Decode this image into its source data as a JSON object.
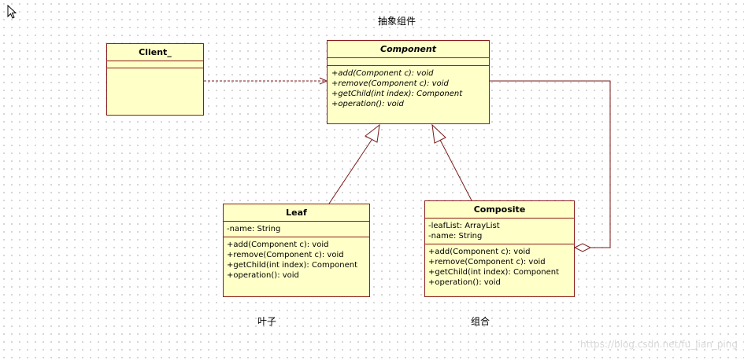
{
  "captions": {
    "component": "抽象组件",
    "leaf": "叶子",
    "composite": "组合"
  },
  "client": {
    "name": "Client_"
  },
  "component": {
    "name": "Component",
    "operations": [
      "+add(Component c): void",
      "+remove(Component c): void",
      "+getChild(int index): Component",
      "+operation(): void"
    ]
  },
  "leaf": {
    "name": "Leaf",
    "attributes": [
      "-name: String"
    ],
    "operations": [
      "+add(Component c): void",
      "+remove(Component c): void",
      "+getChild(int index): Component",
      "+operation(): void"
    ]
  },
  "composite": {
    "name": "Composite",
    "attributes": [
      "-leafList: ArrayList",
      "-name: String"
    ],
    "operations": [
      "+add(Component c): void",
      "+remove(Component c): void",
      "+getChild(int index): Component",
      "+operation(): void"
    ]
  },
  "watermark": "https://blog.csdn.net/fu_jian_ping",
  "colors": {
    "class_fill": "#ffffc8",
    "class_border": "#8b1c1c",
    "connector": "#7a1a1a"
  }
}
